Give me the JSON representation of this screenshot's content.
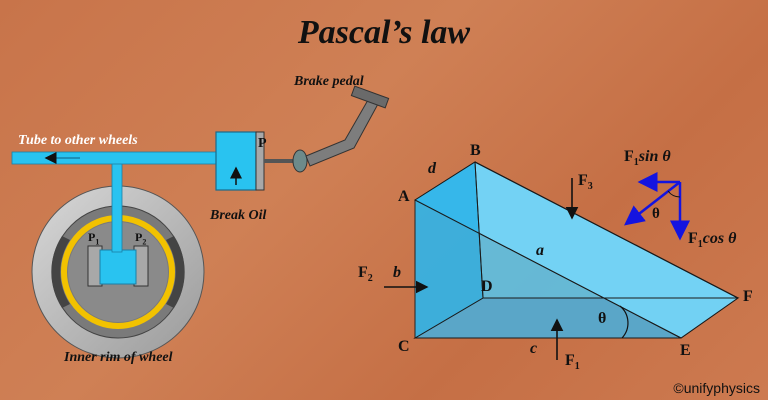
{
  "title": "Pascal’s law",
  "brake": {
    "pedal_label": "Brake pedal",
    "tube_label": "Tube to other wheels",
    "oil_label": "Break Oil",
    "piston_label": "P",
    "p1_label": "P",
    "p1_sub": "1",
    "p2_label": "P",
    "p2_sub": "2",
    "rim_label": "Inner rim of wheel"
  },
  "prism": {
    "vertices": {
      "A": "A",
      "B": "B",
      "C": "C",
      "D": "D",
      "E": "E",
      "F": "F"
    },
    "edges": {
      "a": "a",
      "b": "b",
      "c": "c",
      "d": "d"
    },
    "angle": "θ",
    "forces": {
      "f1": {
        "base": "F",
        "sub": "1"
      },
      "f2": {
        "base": "F",
        "sub": "2"
      },
      "f3": {
        "base": "F",
        "sub": "3"
      }
    },
    "components": {
      "sin": {
        "base": "F",
        "sub": "1",
        "text": "sin θ"
      },
      "cos": {
        "base": "F",
        "sub": "1",
        "text": "cos θ"
      },
      "theta": "θ"
    }
  },
  "copyright": "©unifyphysics",
  "colors": {
    "background": "#c8744a",
    "fluid": "#29c3f0",
    "ring": "#f2c200",
    "prism": "#6fd3f7",
    "component_arrow": "#1414e0"
  }
}
